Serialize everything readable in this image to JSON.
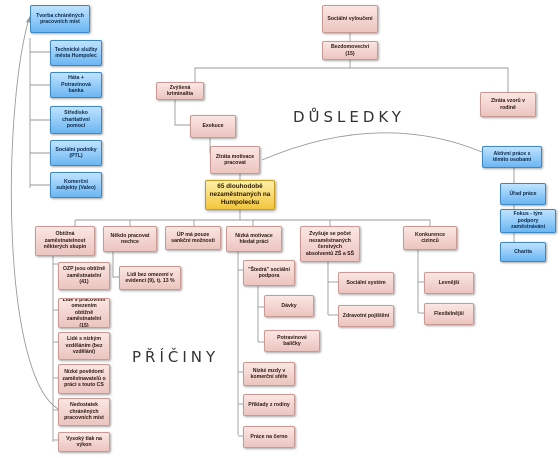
{
  "center": {
    "label": "65 dlouhodobě nezaměstnaných na Humpolecku"
  },
  "section_labels": {
    "consequences": "DŮSLEDKY",
    "causes": "PŘÍČINY"
  },
  "consequences": {
    "social_exclusion": "Sociální vyloučení",
    "homelessness": "Bezdomovectví (15)",
    "crime": "Zvýšená kriminalita",
    "execution": "Exekuce",
    "motivation_loss": "Ztráta motivace pracovat",
    "role_model_loss": "Ztráta vzorů v rodině",
    "active_work": "Aktivní práce s těmito osobami",
    "labour_office": "Úřad práce",
    "fokus": "Fokus - tým podpory zaměstnávání",
    "charita": "Charita"
  },
  "left_chain": {
    "creation": "Tvorba chráněných pracovních míst",
    "items": [
      "Technické služby města Humpolec",
      "Háta + Potravinová banka",
      "Středisko charitativní pomoci",
      "Sociální podniky (PTL)",
      "Komerční subjekty (Valeo)"
    ]
  },
  "causes": {
    "c1": {
      "label": "Obtížná zaměstnatelnost některých skupin",
      "children": [
        "OZP jsou obtížně zaměstnatelní (41)",
        "Lidé s pracovním omezením obtížně zaměstnatelní (15)",
        "Lidé s nízkým vzděláním (bez vzdělání)",
        "Nízké povědomí zaměstnavatelů o práci s touto CS",
        "Nedostatek chráněných pracovních míst",
        "Vysoký tlak na výkon"
      ]
    },
    "c2": {
      "label": "Někdo pracovat nechce",
      "children": [
        "Lidi bez omezení v evidenci (9), tj. 13 %"
      ]
    },
    "c3": {
      "label": "ÚP má pouze sankční možnosti"
    },
    "c4": {
      "label": "Nízká motivace hledat práci",
      "children": [
        "\"Štedrá\" sociální podpora",
        "Nízké mzdy v komerční sféře",
        "Příklady z rodiny",
        "Práce na černo"
      ],
      "sub": [
        "Dávky",
        "Potravinové balíčky"
      ]
    },
    "c5": {
      "label": "Zvyšuje se počet nezaměstnaných čerstvých absolventů ZŠ a SŠ",
      "children": [
        "Sociální systém",
        "Zdravotní pojištění"
      ]
    },
    "c6": {
      "label": "Konkurence cizinců",
      "children": [
        "Levnější",
        "Flexibilnější"
      ]
    }
  },
  "colors": {
    "cause_box": "#ecc4bf",
    "left_box": "#6bb6f2",
    "center_box": "#f2c53d",
    "connector": "#9a9a9a"
  }
}
